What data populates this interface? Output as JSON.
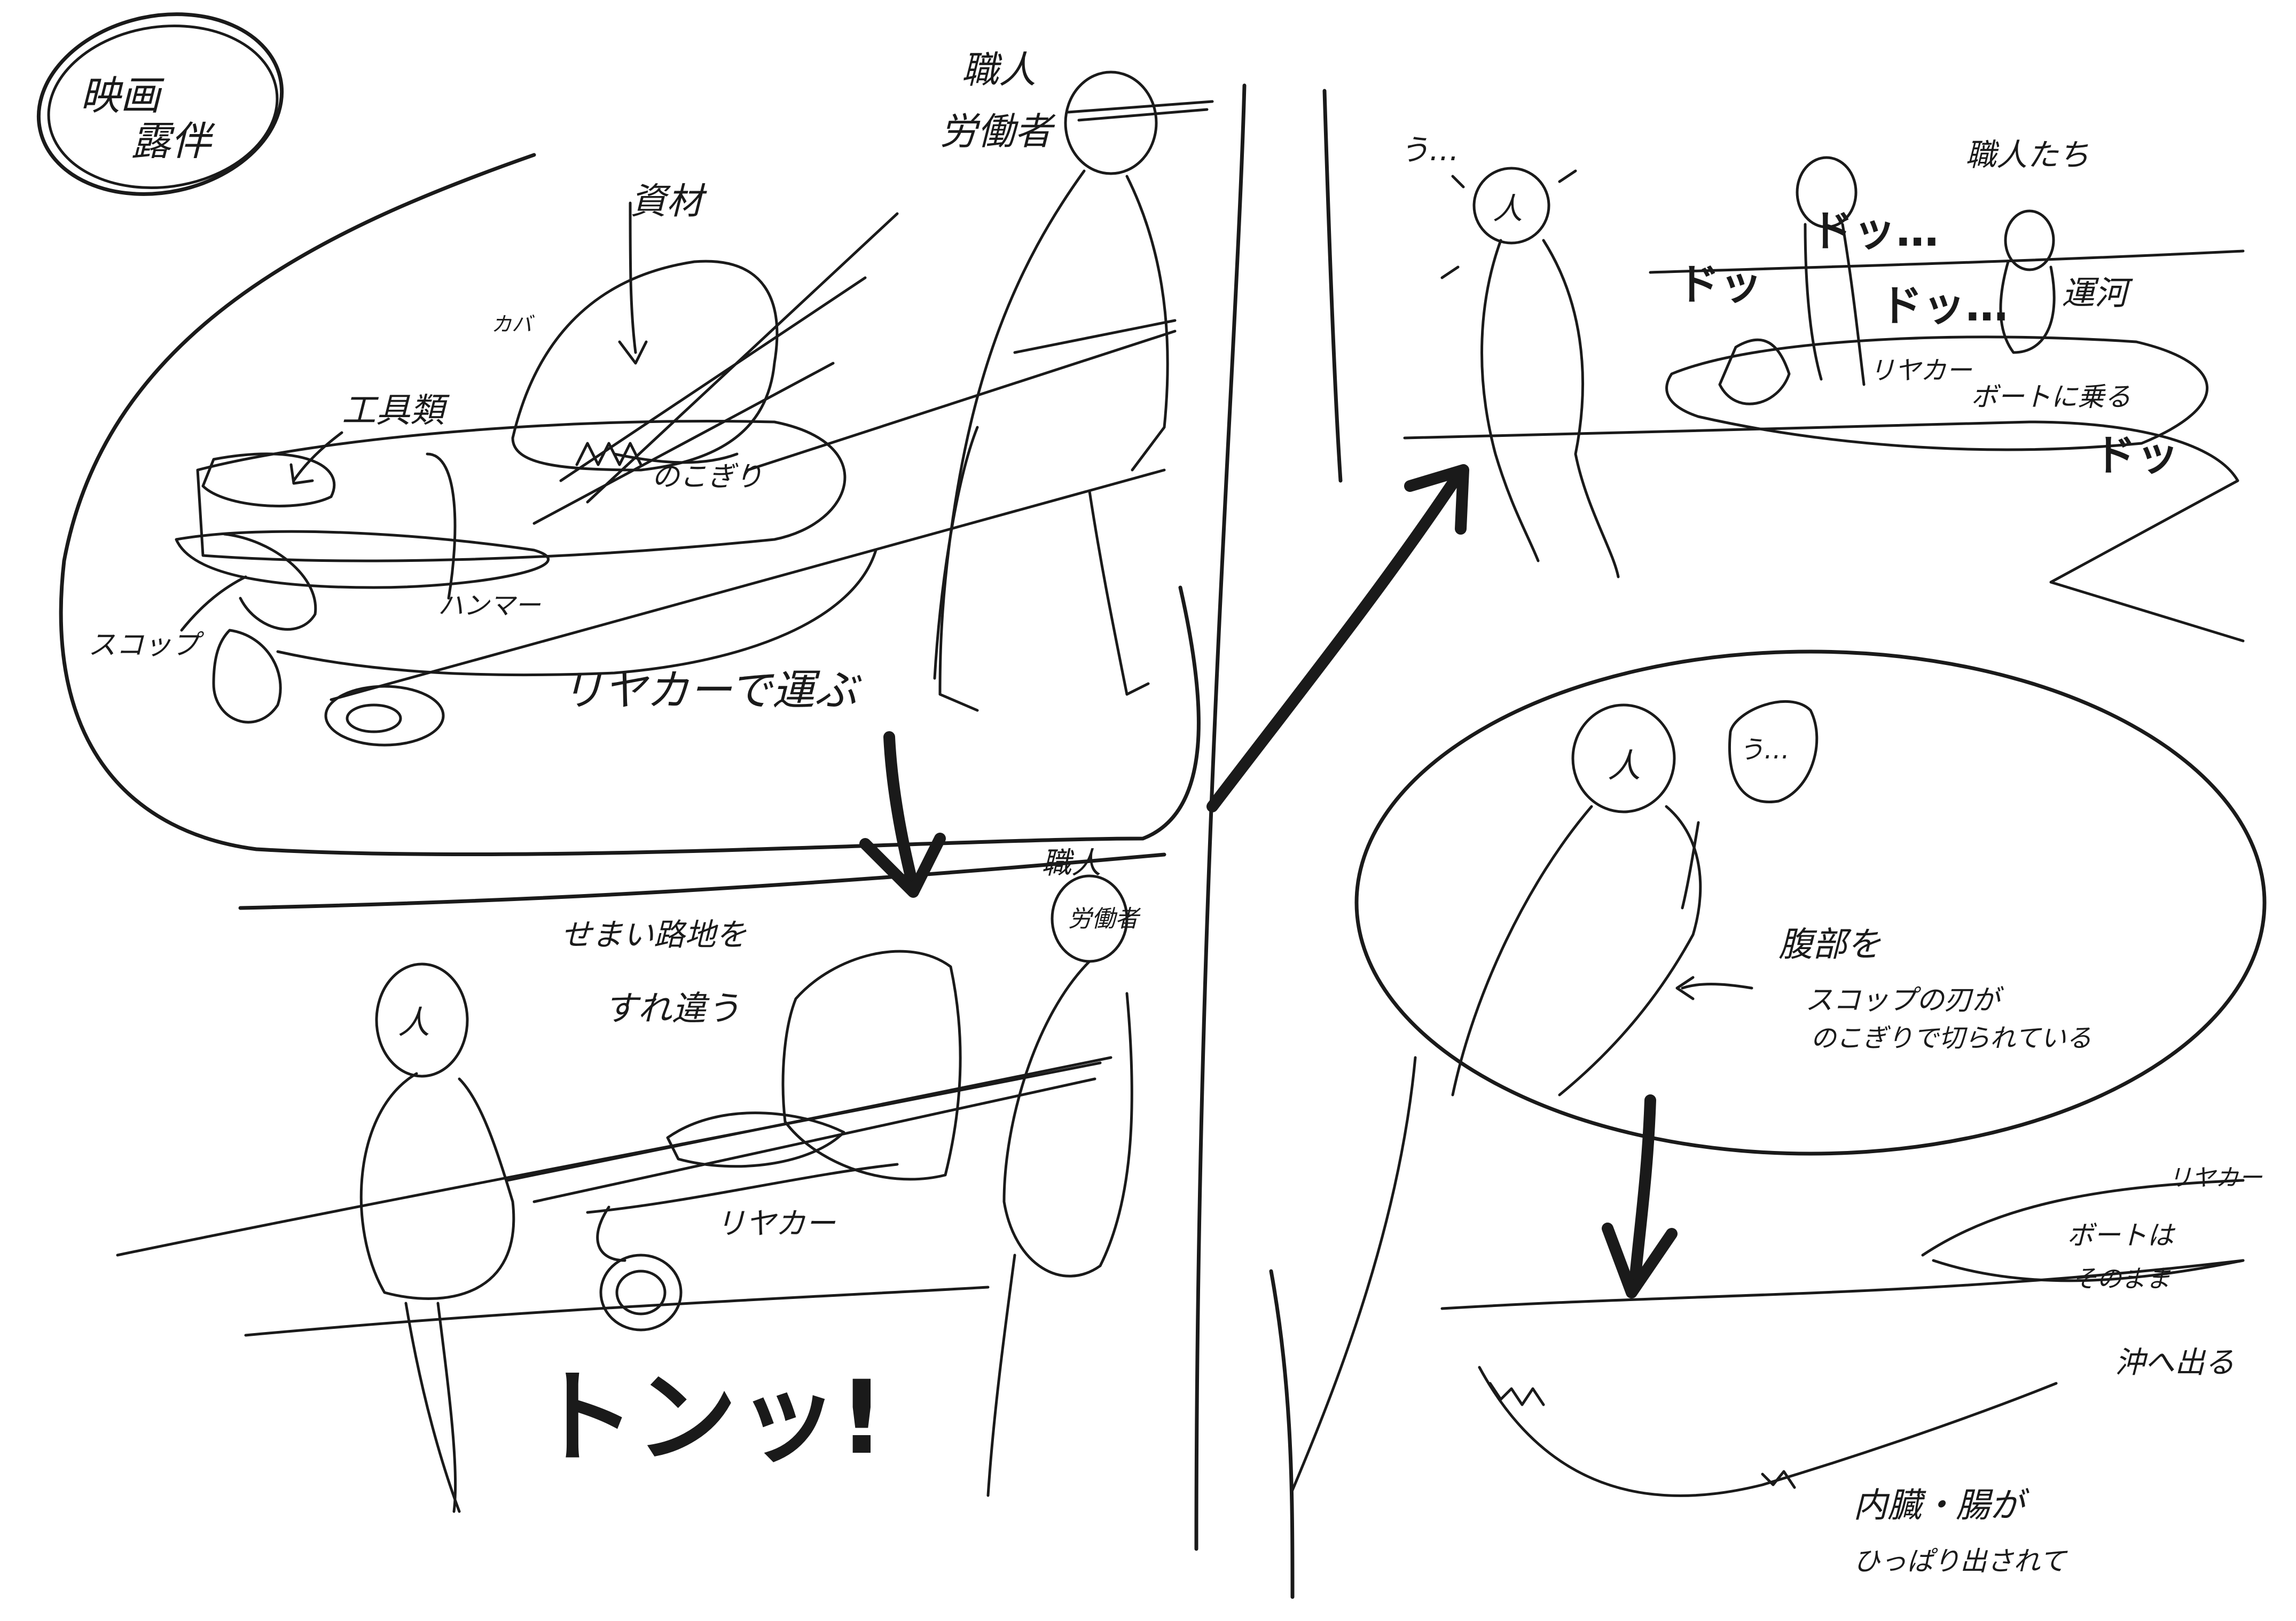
{
  "title_stamp": {
    "line1": "映画",
    "line2": "露伴"
  },
  "panel1": {
    "worker_label_1": "職人",
    "worker_label_2": "労働者",
    "materials": "資材",
    "tools": "工具類",
    "cover": "カバ",
    "saw": "のこぎり",
    "scoop": "スコップ",
    "hammer": "ハンマー",
    "carry": "リヤカーで運ぶ"
  },
  "panel2": {
    "person": "人",
    "pass_line1": "せまい路地を",
    "pass_line2": "すれ違う",
    "worker_label_1": "職人",
    "worker_label_2": "労働者",
    "cart": "リヤカー",
    "sfx": "トンッ!"
  },
  "panel3": {
    "gasp": "う…",
    "person": "人",
    "craftsmen": "職人たち",
    "canal": "運河",
    "cart": "リヤカー",
    "boat": "ボートに乗る",
    "sfx1": "ドッ",
    "sfx2": "ドッ…",
    "sfx3": "ドッ…",
    "sfx4": "ドッ"
  },
  "panel4": {
    "person": "人",
    "gasp": "う…",
    "note_line1": "腹部を",
    "note_line2": "スコップの刃が",
    "note_line3": "のこぎりで切られている",
    "cart": "リヤカー",
    "boat_line1": "ボートは",
    "boat_line2": "そのまま",
    "offshore": "沖へ出る",
    "organs_line1": "内臓・腸が",
    "organs_line2": "ひっぱり出されて"
  }
}
